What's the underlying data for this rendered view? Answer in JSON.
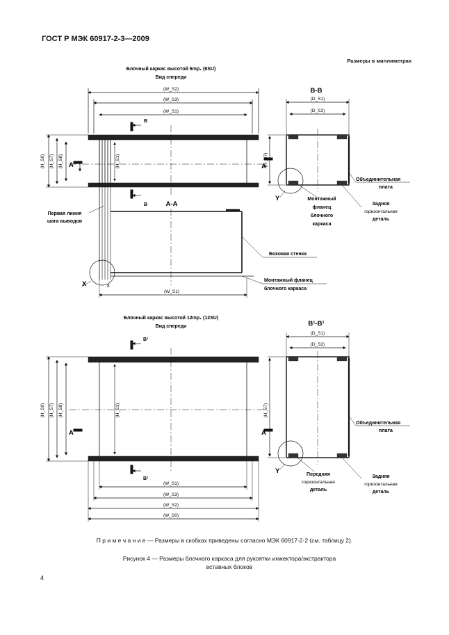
{
  "doc": {
    "header": "ГОСТ Р МЭК 60917-2-3—2009",
    "units": "Размеры в миллиметрах",
    "note": "П р и м е ч а н и е — Размеры в скобках приведены согласно МЭК 60917-2-2 (см. таблицу 2).",
    "caption_line1": "Рисунок 4 — Размеры блочного каркаса для рукоятки инжектора/экстрактора",
    "caption_line2": "вставных блоков",
    "page_number": "4"
  },
  "fig1": {
    "title_line1": "Блочный каркас высотой 6mp₁ (6SU)",
    "title_line2": "Вид спереди",
    "dim_ws2": "(W_S2)",
    "dim_ws3": "(W_S3)",
    "dim_ws1": "(W_S1)",
    "dim_hs0": "(H_S0)",
    "dim_hs7": "(H_S7)",
    "dim_hs8": "(H_S8)",
    "dim_hs1": "(H_S1)",
    "mark_a": "A",
    "mark_b": "B",
    "label_first_line_l1": "Первая линия",
    "label_first_line_l2": "шага выводов",
    "aa_title": "A-A",
    "label_side_wall": "Боковая стенка",
    "label_mount_flange_l1": "Монтажный фланец",
    "label_mount_flange_l2": "блочного каркаса",
    "mark_x": "X",
    "mark_delta": "δ",
    "dim_ws1_bottom": "(W_S1)",
    "bb_title": "B-B",
    "dim_ds1": "(D_S1)",
    "dim_ds2": "(D_S2)",
    "dim_hs7_side": "(H_S7)",
    "mark_y": "Y",
    "label_unifying_l1": "Объединительная",
    "label_unifying_l2": "плата",
    "label_flange_l1": "Монтажный",
    "label_flange_l2": "фланец",
    "label_flange_l3": "блочного",
    "label_flange_l4": "каркаса",
    "label_rear_l1": "Задняя",
    "label_rear_l2": "горизонтальная",
    "label_rear_l3": "деталь"
  },
  "fig2": {
    "title_line1": "Блочный каркас высотой 12mp₁ (12SU)",
    "title_line2": "Вид спереди",
    "mark_b1": "B¹",
    "dim_hs0": "(H_S0)",
    "dim_hs7": "(H_S7)",
    "dim_hs8": "(H_S8)",
    "dim_hs1": "(H_S1)",
    "mark_a": "A",
    "dim_ws1": "(W_S1)",
    "dim_ws3": "(W_S3)",
    "dim_ws2": "(W_S2)",
    "dim_ws0": "(W_S0)",
    "b1b1_title": "B¹-B¹",
    "dim_ds1": "(D_S1)",
    "dim_ds2": "(D_S2)",
    "dim_hs7_side": "(H_S7)",
    "mark_y": "Y",
    "label_unifying_l1": "Объединительная",
    "label_unifying_l2": "плата",
    "label_front_l1": "Передняя",
    "label_front_l2": "горизонтальная",
    "label_front_l3": "деталь",
    "label_rear_l1": "Задняя",
    "label_rear_l2": "горизонтальная",
    "label_rear_l3": "деталь"
  }
}
